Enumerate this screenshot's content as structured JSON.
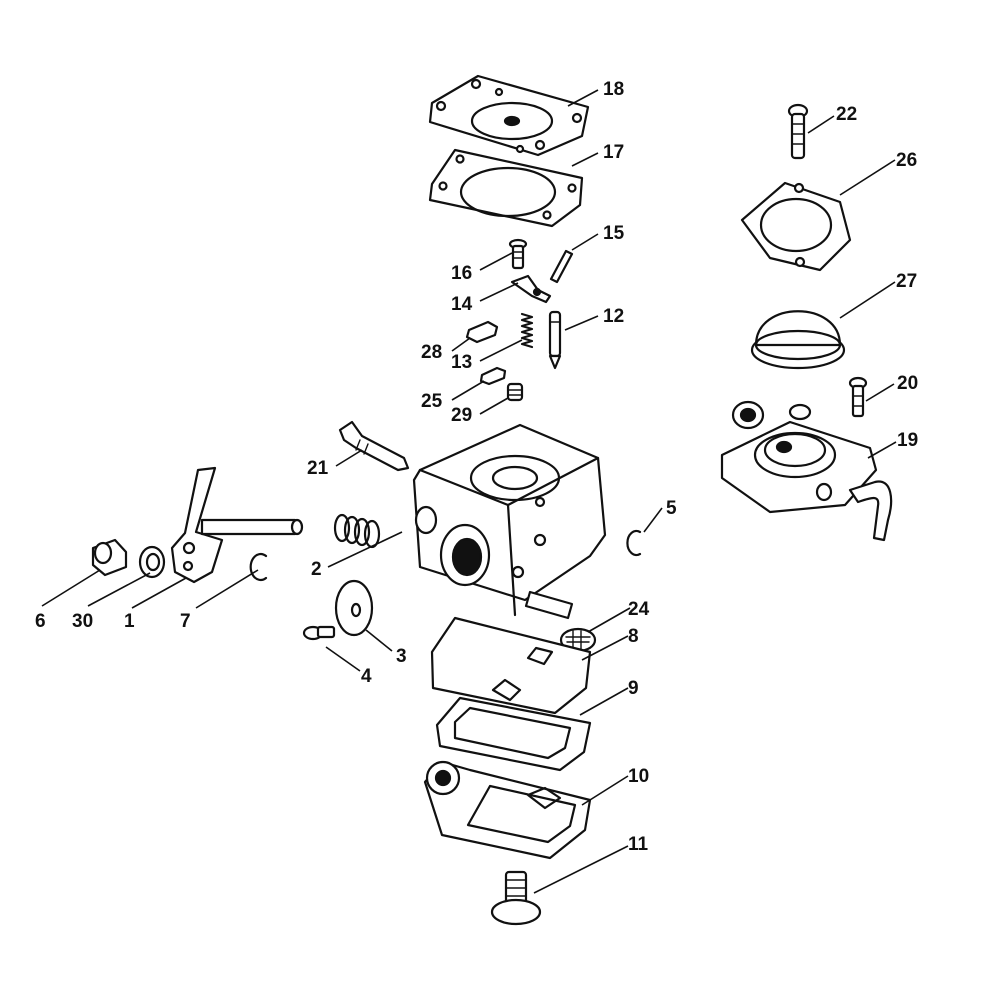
{
  "diagram": {
    "callouts": [
      {
        "id": "p1",
        "label": "1"
      },
      {
        "id": "p2",
        "label": "2"
      },
      {
        "id": "p3",
        "label": "3"
      },
      {
        "id": "p4",
        "label": "4"
      },
      {
        "id": "p5",
        "label": "5"
      },
      {
        "id": "p6",
        "label": "6"
      },
      {
        "id": "p7",
        "label": "7"
      },
      {
        "id": "p8",
        "label": "8"
      },
      {
        "id": "p9",
        "label": "9"
      },
      {
        "id": "p10",
        "label": "10"
      },
      {
        "id": "p11",
        "label": "11"
      },
      {
        "id": "p12",
        "label": "12"
      },
      {
        "id": "p13",
        "label": "13"
      },
      {
        "id": "p14",
        "label": "14"
      },
      {
        "id": "p15",
        "label": "15"
      },
      {
        "id": "p16",
        "label": "16"
      },
      {
        "id": "p17",
        "label": "17"
      },
      {
        "id": "p18",
        "label": "18"
      },
      {
        "id": "p19",
        "label": "19"
      },
      {
        "id": "p20",
        "label": "20"
      },
      {
        "id": "p21",
        "label": "21"
      },
      {
        "id": "p22",
        "label": "22"
      },
      {
        "id": "p24",
        "label": "24"
      },
      {
        "id": "p25",
        "label": "25"
      },
      {
        "id": "p26",
        "label": "26"
      },
      {
        "id": "p27",
        "label": "27"
      },
      {
        "id": "p28",
        "label": "28"
      },
      {
        "id": "p29",
        "label": "29"
      },
      {
        "id": "p30",
        "label": "30"
      }
    ]
  }
}
